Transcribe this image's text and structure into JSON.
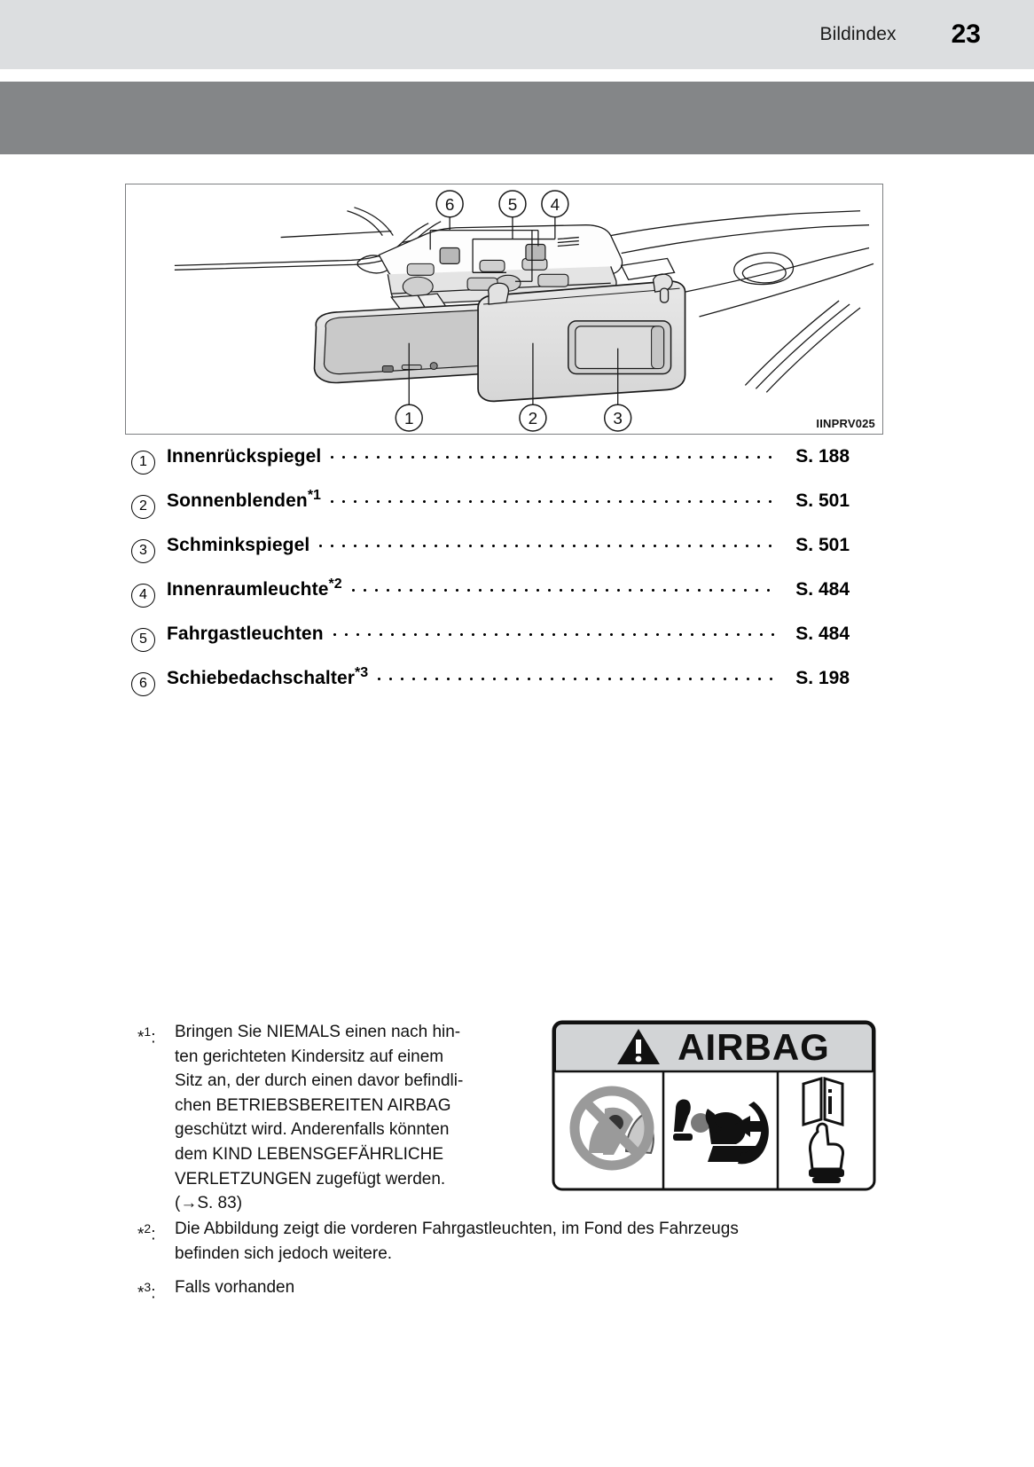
{
  "header": {
    "title": "Bildindex",
    "page_number": "23"
  },
  "figure": {
    "code": "IINPRV025",
    "callouts_top": [
      "6",
      "5",
      "4"
    ],
    "callouts_bottom": [
      "1",
      "2",
      "3"
    ],
    "description": "Innenansicht des Dachhimmels mit Innenrückspiegel, Sonnenblende, Schminkspiegel und Dachkonsole"
  },
  "legend": {
    "items": [
      {
        "number": "1",
        "label": "Innenrückspiegel",
        "footnote": "",
        "page": "S. 188"
      },
      {
        "number": "2",
        "label": "Sonnenblenden",
        "footnote": "*1",
        "page": "S. 501"
      },
      {
        "number": "3",
        "label": "Schminkspiegel",
        "footnote": "",
        "page": "S. 501"
      },
      {
        "number": "4",
        "label": "Innenraumleuchte",
        "footnote": "*2",
        "page": "S. 484"
      },
      {
        "number": "5",
        "label": "Fahrgastleuchten",
        "footnote": "",
        "page": "S. 484"
      },
      {
        "number": "6",
        "label": "Schiebedachschalter",
        "footnote": "*3",
        "page": "S. 198"
      }
    ]
  },
  "footnotes": [
    {
      "marker_star": "*",
      "marker_num": "1",
      "separator": ":",
      "text": "Bringen Sie NIEMALS einen nach hinten gerichteten Kindersitz auf einem Sitz an, der durch einen davor befindlichen BETRIEBSBEREITEN AIRBAG geschützt wird. Anderenfalls könnten dem KIND LEBENSGEFÄHRLICHE VERLETZUNGEN zugefügt werden. (→S. 83)",
      "lines": [
        "Bringen Sie NIEMALS einen nach hin-",
        "ten gerichteten Kindersitz auf einem",
        "Sitz an, der durch einen davor befindli-",
        "chen BETRIEBSBEREITEN AIRBAG",
        "geschützt wird. Anderenfalls könnten",
        "dem KIND LEBENSGEFÄHRLICHE",
        "VERLETZUNGEN zugefügt werden.",
        "(→S. 83)"
      ]
    },
    {
      "marker_star": "*",
      "marker_num": "2",
      "separator": ":",
      "text": "Die Abbildung zeigt die vorderen Fahrgastleuchten, im Fond des Fahrzeugs befinden sich jedoch weitere.",
      "lines": [
        "Die Abbildung zeigt die vorderen Fahrgastleuchten, im Fond des Fahrzeugs",
        "befinden sich jedoch weitere."
      ]
    },
    {
      "marker_star": "*",
      "marker_num": "3",
      "separator": ":",
      "text": "Falls vorhanden",
      "lines": [
        "Falls vorhanden"
      ]
    }
  ],
  "airbag_label": {
    "title": "AIRBAG",
    "warning_icon": "warning-triangle-icon",
    "panels": [
      "no-rear-facing-child-seat-icon",
      "airbag-deployment-seat-icon",
      "read-manual-icon"
    ],
    "header_bg": "#d2d4d6"
  },
  "colors": {
    "header_bg": "#dcdee0",
    "band_gray": "#848688",
    "figure_border": "#7d7f81",
    "text": "#000000"
  }
}
